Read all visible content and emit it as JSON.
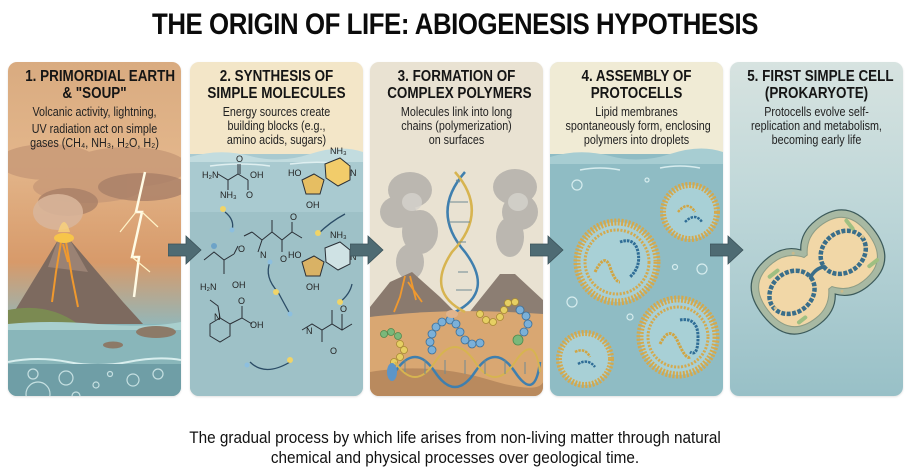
{
  "title": "THE ORIGIN OF LIFE: ABIOGENESIS HYPOTHESIS",
  "panels": [
    {
      "title_line1": "1. PRIMORDIAL EARTH",
      "title_line2": "& \"SOUP\"",
      "desc_line1": "Volcanic activity, lightning,",
      "desc_line2": "UV radiation act on simple",
      "desc_line3": "gases (CH₄, NH₃, H₂O, H₂)",
      "illustration": "volcano-lightning-ocean"
    },
    {
      "title_line1": "2. SYNTHESIS OF",
      "title_line2": "SIMPLE MOLECULES",
      "desc_line1": "Energy sources create",
      "desc_line2": "building blocks (e.g.,",
      "desc_line3": "amino acids, sugars)",
      "illustration": "molecular-structures-in-water",
      "labels": [
        "H₂N",
        "NH₃",
        "OH",
        "HO",
        "NH₃",
        "H₂N",
        "OH",
        "OH",
        "N",
        "O"
      ]
    },
    {
      "title_line1": "3. FORMATION OF",
      "title_line2": "COMPLEX POLYMERS",
      "desc_line1": "Molecules link into long",
      "desc_line2": "chains (polymerization)",
      "desc_line3": "on surfaces",
      "illustration": "polymer-chains-dna-volcanoes"
    },
    {
      "title_line1": "4. ASSEMBLY OF",
      "title_line2": "PROTOCELLS",
      "desc_line1": "Lipid membranes",
      "desc_line2": "spontaneously form, enclosing",
      "desc_line3": "polymers into droplets",
      "illustration": "lipid-vesicles-with-polymers"
    },
    {
      "title_line1": "5. FIRST SIMPLE CELL",
      "title_line2": "(PROKARYOTE)",
      "desc_line1": "Protocells evolve self-",
      "desc_line2": "replication and metabolism,",
      "desc_line3": "becoming early life",
      "illustration": "dividing-prokaryote-cell"
    }
  ],
  "arrows": [
    "right-arrow",
    "right-arrow",
    "right-arrow",
    "right-arrow"
  ],
  "footer": {
    "line1": "The gradual process by which life arises from non-living matter through natural",
    "line2": "chemical and physical processes over geological time."
  },
  "colors": {
    "arrow": "#4e6b73",
    "water": "#8fb9c0",
    "membrane": "#d4a94d",
    "polymer_blue": "#3f7fae",
    "polymer_yellow": "#e0bf55",
    "ground": "#d9a772"
  }
}
